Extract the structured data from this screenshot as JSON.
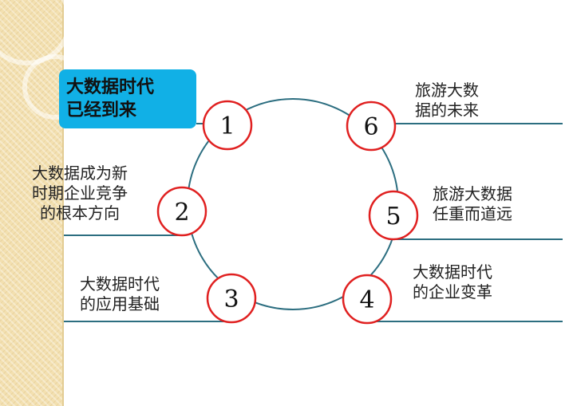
{
  "center_title": {
    "lines": [
      "大数据时代",
      "已经到来"
    ]
  },
  "nodes": [
    {
      "number": "1"
    },
    {
      "number": "2",
      "lines": [
        "大数据成为新",
        "时期企业竞争",
        "的根本方向"
      ]
    },
    {
      "number": "3",
      "lines": [
        "大数据时代",
        "的应用基础"
      ]
    },
    {
      "number": "4",
      "lines": [
        "大数据时代",
        "的企业变革"
      ]
    },
    {
      "number": "5",
      "lines": [
        "旅游大数据",
        "任重而道远"
      ]
    },
    {
      "number": "6",
      "lines": [
        "旅游大数",
        "据的未来"
      ]
    }
  ],
  "colors": {
    "ring": "#2c6e80",
    "node_border": "#e02020",
    "leader_line": "#2c6e80",
    "highlight": "#11b0e6",
    "side_band": "#f3e0b0"
  }
}
